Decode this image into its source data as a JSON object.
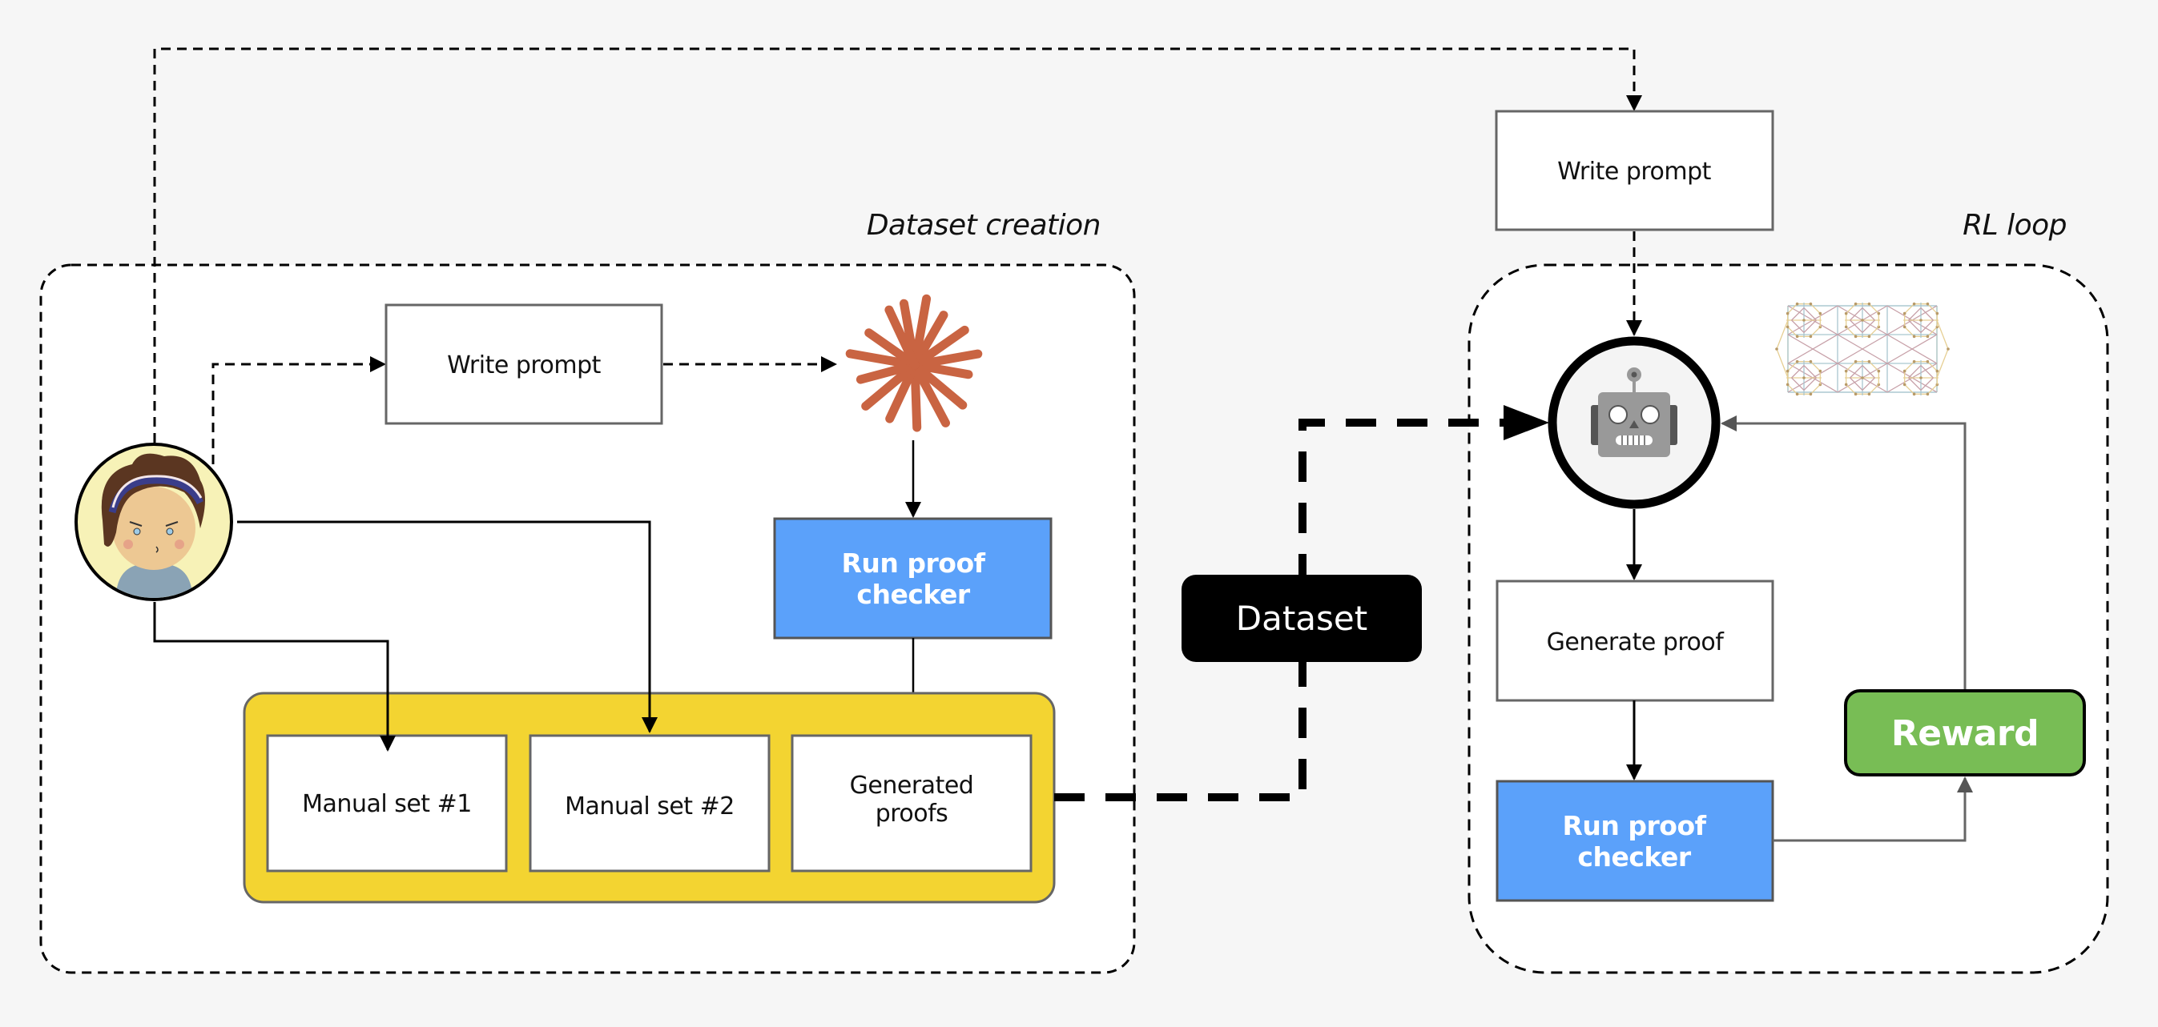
{
  "sections": {
    "dataset_creation": {
      "title": "Dataset creation"
    },
    "rl_loop": {
      "title": "RL loop"
    }
  },
  "nodes": {
    "human_avatar": {
      "icon": "person-avatar-icon",
      "description": "cartoon person with headband"
    },
    "write_prompt_left": {
      "label": "Write prompt"
    },
    "claude_starburst": {
      "icon": "starburst-logo-icon",
      "color": "#c96442"
    },
    "run_proof_checker_left": {
      "line1": "Run proof",
      "line2": "checker"
    },
    "manual_set_1": {
      "label": "Manual set #1"
    },
    "manual_set_2": {
      "label": "Manual set #2"
    },
    "generated_proofs": {
      "line1": "Generated",
      "line2": "proofs"
    },
    "dataset": {
      "label": "Dataset"
    },
    "write_prompt_top": {
      "label": "Write prompt"
    },
    "robot_model": {
      "icon": "robot-icon"
    },
    "lattice_graphic": {
      "icon": "lattice-graph-icon"
    },
    "generate_proof": {
      "label": "Generate proof"
    },
    "run_proof_checker_right": {
      "line1": "Run proof",
      "line2": "checker"
    },
    "reward": {
      "label": "Reward"
    }
  },
  "colors": {
    "background": "#f6f6f6",
    "proof_checker_blue": "#5ba1fa",
    "dataset_container_yellow": "#f3d431",
    "reward_green": "#78bd55",
    "dataset_black": "#000000",
    "avatar_bg": "#f7f2b7",
    "starburst": "#c96442"
  },
  "edges": [
    {
      "from": "human_avatar",
      "to": "write_prompt_left",
      "style": "dashed"
    },
    {
      "from": "write_prompt_left",
      "to": "claude_starburst",
      "style": "dashed"
    },
    {
      "from": "claude_starburst",
      "to": "run_proof_checker_left",
      "style": "solid"
    },
    {
      "from": "run_proof_checker_left",
      "to": "generated_proofs",
      "style": "solid"
    },
    {
      "from": "human_avatar",
      "to": "manual_set_1",
      "style": "solid"
    },
    {
      "from": "human_avatar",
      "to": "manual_set_2",
      "style": "solid"
    },
    {
      "from": "human_avatar",
      "to": "write_prompt_top",
      "style": "dashed"
    },
    {
      "from": "write_prompt_top",
      "to": "robot_model",
      "style": "dashed"
    },
    {
      "from": "dataset_container",
      "to": "robot_model",
      "style": "thick-dashed",
      "via": "dataset"
    },
    {
      "from": "robot_model",
      "to": "generate_proof",
      "style": "solid"
    },
    {
      "from": "generate_proof",
      "to": "run_proof_checker_right",
      "style": "solid"
    },
    {
      "from": "run_proof_checker_right",
      "to": "reward",
      "style": "solid-gray"
    },
    {
      "from": "reward",
      "to": "robot_model",
      "style": "solid-gray"
    }
  ]
}
